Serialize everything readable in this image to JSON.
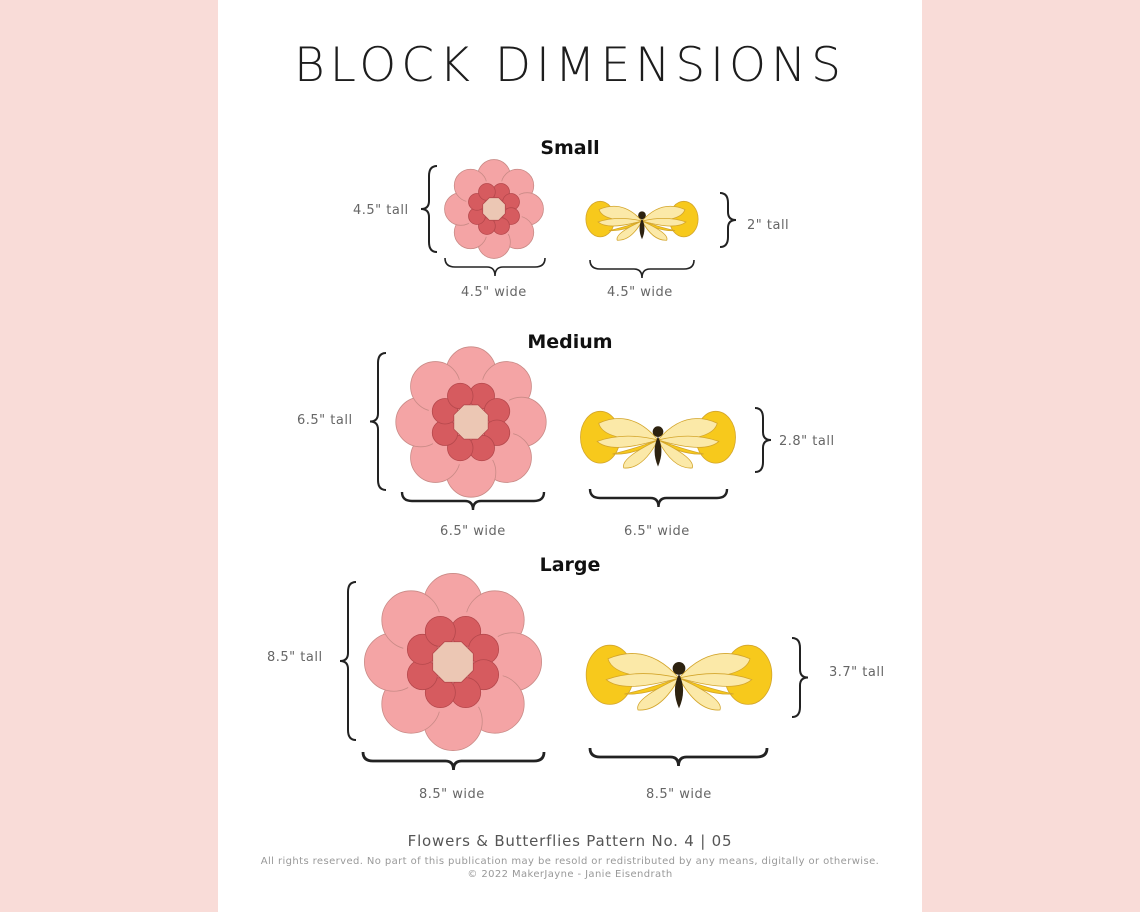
{
  "title": "BLOCK DIMENSIONS",
  "sections": [
    {
      "name": "Small",
      "flower": {
        "tall": "4.5\" tall",
        "wide": "4.5\" wide"
      },
      "butterfly": {
        "tall": "2\" tall",
        "wide": "4.5\" wide"
      }
    },
    {
      "name": "Medium",
      "flower": {
        "tall": "6.5\" tall",
        "wide": "6.5\" wide"
      },
      "butterfly": {
        "tall": "2.8\" tall",
        "wide": "6.5\" wide"
      }
    },
    {
      "name": "Large",
      "flower": {
        "tall": "8.5\" tall",
        "wide": "8.5\" wide"
      },
      "butterfly": {
        "tall": "3.7\" tall",
        "wide": "8.5\" wide"
      }
    }
  ],
  "footer": {
    "pattern": "Flowers & Butterflies Pattern No. 4 | 05",
    "rights": "All rights reserved. No part of this publication may be resold or redistributed by any means, digitally or otherwise.",
    "copyright": "© 2022 MakerJayne - Janie Eisendrath"
  },
  "colors": {
    "background": "#f9dcd8",
    "page": "#ffffff",
    "petal_outer": "#f4a4a5",
    "petal_inner": "#d65b5f",
    "flower_center": "#ecc7b4",
    "wing_outer": "#f7c91c",
    "wing_inner": "#fbe9a8",
    "body": "#2d2210"
  }
}
